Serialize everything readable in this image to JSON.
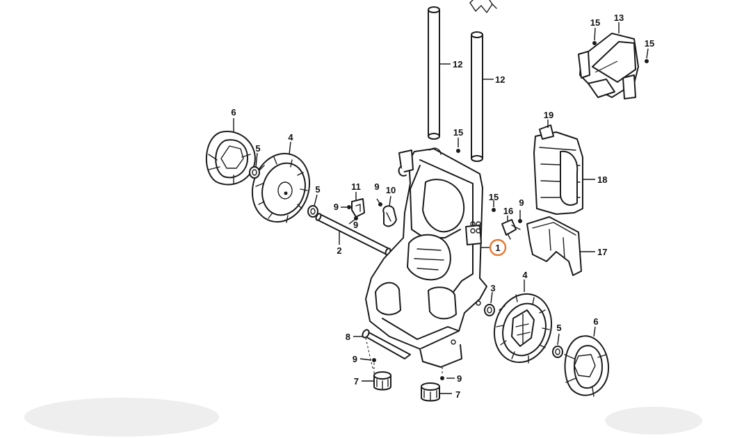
{
  "diagram": {
    "highlight_color": "#e8772e",
    "highlighted_part": "1",
    "callouts": {
      "c1": "1",
      "c2": "2",
      "c3": "3",
      "c4a": "4",
      "c4b": "4",
      "c5a": "5",
      "c5b": "5",
      "c5c": "5",
      "c6a": "6",
      "c6b": "6",
      "c7a": "7",
      "c7b": "7",
      "c8": "8",
      "c9a": "9",
      "c9b": "9",
      "c9c": "9",
      "c9d": "9",
      "c9e": "9",
      "c9f": "9",
      "c10": "10",
      "c11": "11",
      "c12a": "12",
      "c12b": "12",
      "c13": "13",
      "c15a": "15",
      "c15b": "15",
      "c15c": "15",
      "c15d": "15",
      "c16": "16",
      "c17": "17",
      "c18": "18",
      "c19": "19"
    }
  }
}
